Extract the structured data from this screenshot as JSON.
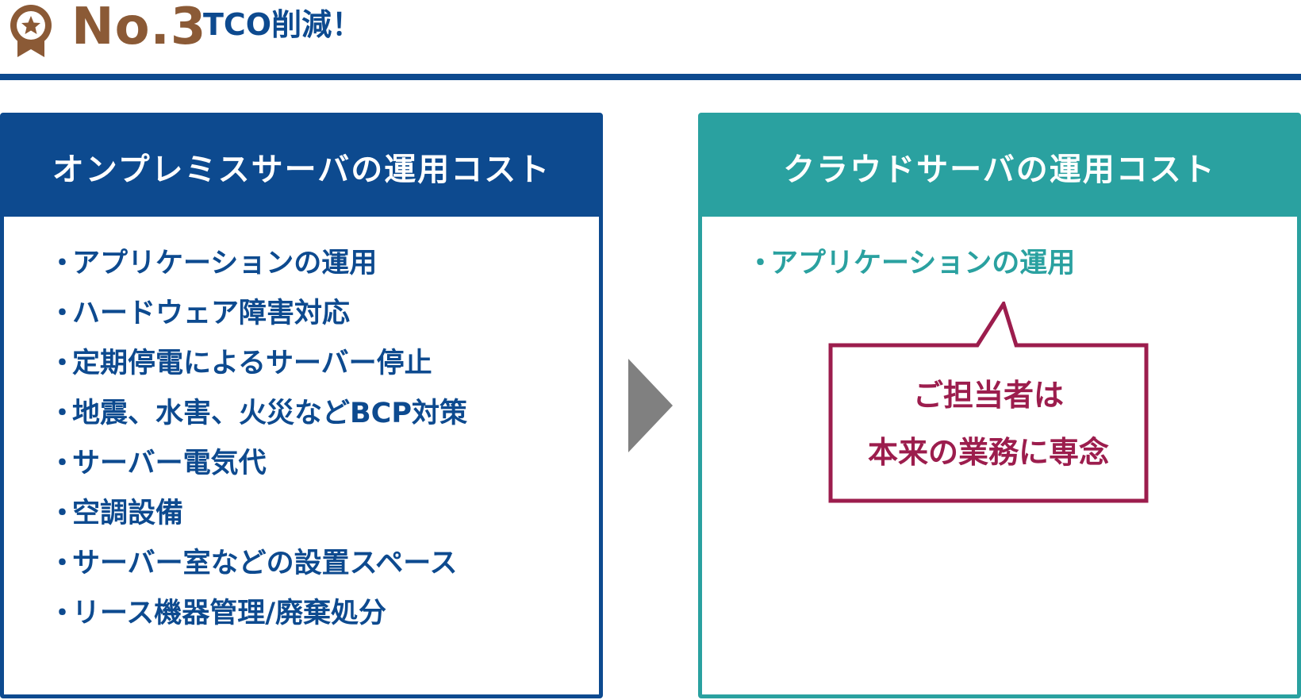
{
  "header": {
    "rank": "No.3",
    "title": "TCO削減！",
    "badge_icon": "award-ribbon-star-icon",
    "colors": {
      "rank": "#8b5a36",
      "title": "#0d4a8f",
      "rule": "#0d4a8f"
    }
  },
  "left_panel": {
    "title": "オンプレミスサーバの運用コスト",
    "items": [
      "アプリケーションの運用",
      "ハードウェア障害対応",
      "定期停電によるサーバー停止",
      "地震、水害、火災などBCP対策",
      "サーバー電気代",
      "空調設備",
      "サーバー室などの設置スペース",
      "リース機器管理/廃棄処分"
    ],
    "color": "#0d4a8f"
  },
  "arrow": {
    "icon": "triangle-right-arrow-icon",
    "color": "#808080"
  },
  "right_panel": {
    "title": "クラウドサーバの運用コスト",
    "items": [
      "アプリケーションの運用"
    ],
    "color": "#2aa1a0",
    "callout": {
      "line1": "ご担当者は",
      "line2": "本来の業務に専念",
      "color": "#9c1d4d"
    }
  }
}
